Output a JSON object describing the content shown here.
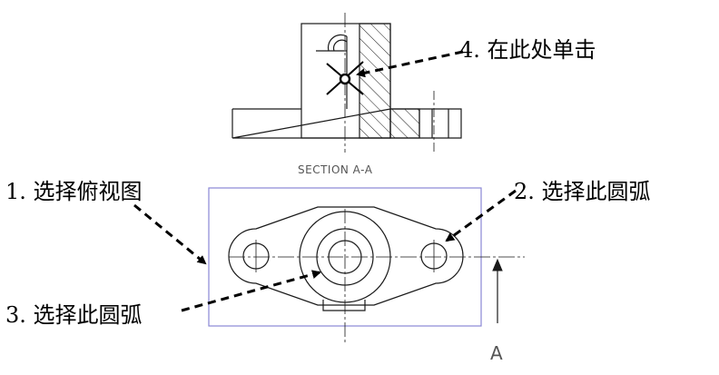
{
  "callouts": {
    "step1": "1. 选择俯视图",
    "step2": "2. 选择此圆弧",
    "step3": "3. 选择此圆弧",
    "step4": "4. 在此处单击"
  },
  "drawing": {
    "section_label": "SECTION A-A",
    "arrow_label": "A"
  },
  "colors": {
    "line": "#1a1a1a",
    "view_frame": "#8a87d6",
    "background": "#ffffff"
  }
}
